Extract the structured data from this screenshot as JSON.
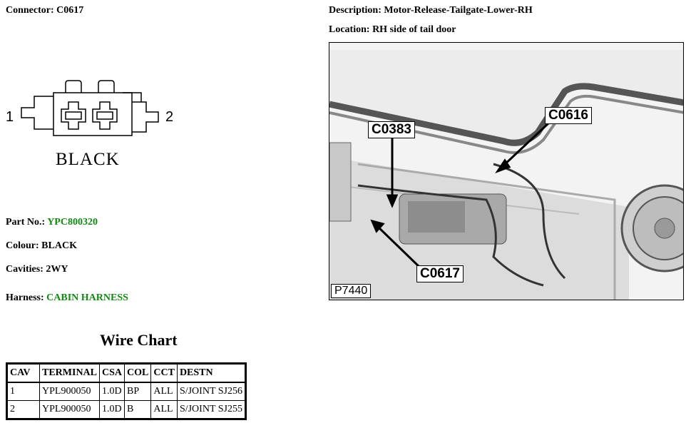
{
  "connector": {
    "label": "Connector:",
    "value": "C0617"
  },
  "description": {
    "label": "Description:",
    "value": "Motor-Release-Tailgate-Lower-RH"
  },
  "location": {
    "label": "Location:",
    "value": "RH side of tail door"
  },
  "diagram": {
    "pin_left": "1",
    "pin_right": "2",
    "colour_caption": "BLACK"
  },
  "part_no": {
    "label": "Part No.:",
    "value": "YPC800320"
  },
  "colour": {
    "label": "Colour:",
    "value": "BLACK"
  },
  "cavities": {
    "label": "Cavities:",
    "value": "2WY"
  },
  "harness": {
    "label": "Harness:",
    "value": "CABIN HARNESS"
  },
  "photo": {
    "callouts": [
      "C0616",
      "C0383",
      "C0617"
    ],
    "image_id": "P7440"
  },
  "wire_chart": {
    "title": "Wire Chart",
    "columns": [
      "CAV",
      "TERMINAL",
      "CSA",
      "COL",
      "CCT",
      "DESTN"
    ],
    "rows": [
      [
        "1",
        "YPL900050",
        "1.0D",
        "BP",
        "ALL",
        "S/JOINT SJ256"
      ],
      [
        "2",
        "YPL900050",
        "1.0D",
        "B",
        "ALL",
        "S/JOINT SJ255"
      ]
    ]
  },
  "colors": {
    "link_green": "#118a11"
  }
}
